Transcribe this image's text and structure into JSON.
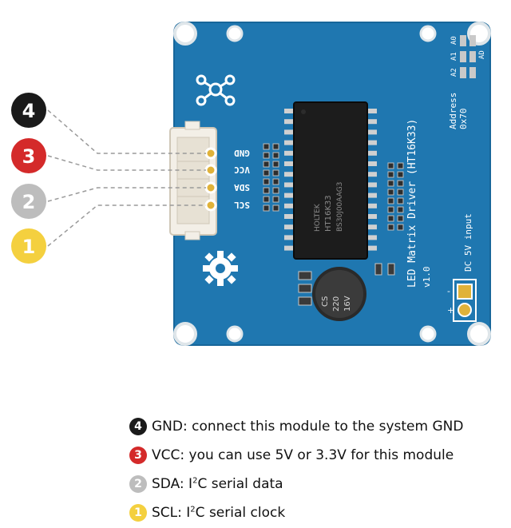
{
  "board": {
    "title": "LED Matrix Driver (HT16K33)",
    "version": "v1.0",
    "address_label": "Address",
    "address_value": "0x70",
    "address_pads": [
      "A2",
      "A1",
      "A0"
    ],
    "address_ad": "AD",
    "dc_label": "DC 5V input",
    "dc_plus": "+",
    "dc_minus": "-",
    "chip_line1": "HOLTEK",
    "chip_line2": "HT16K33",
    "chip_line3": "BS30J00AAG3",
    "cap_line1": "CS",
    "cap_line2": "220",
    "cap_line3": "16V",
    "colors": {
      "pcb": "#1f77b0",
      "pcb_edge": "#17669a",
      "silk": "#ffffff"
    }
  },
  "pins": [
    {
      "number": "4",
      "label": "GND",
      "color": "#1a1a1a"
    },
    {
      "number": "3",
      "label": "VCC",
      "color": "#d42a2a"
    },
    {
      "number": "2",
      "label": "SDA",
      "color": "#bdbdbd"
    },
    {
      "number": "1",
      "label": "SCL",
      "color": "#f4d03f"
    }
  ],
  "legend": [
    {
      "number": "4",
      "name": "GND",
      "desc": ": connect this module to the system GND",
      "color": "#1a1a1a"
    },
    {
      "number": "3",
      "name": "VCC",
      "desc": ": you can use 5V or 3.3V for this module",
      "color": "#d42a2a"
    },
    {
      "number": "2",
      "name": "SDA",
      "pre": ": I",
      "sup": "2",
      "post": "C serial data",
      "color": "#bdbdbd"
    },
    {
      "number": "1",
      "name": "SCL",
      "pre": ": I",
      "sup": "2",
      "post": "C serial clock",
      "color": "#f4d03f"
    }
  ]
}
